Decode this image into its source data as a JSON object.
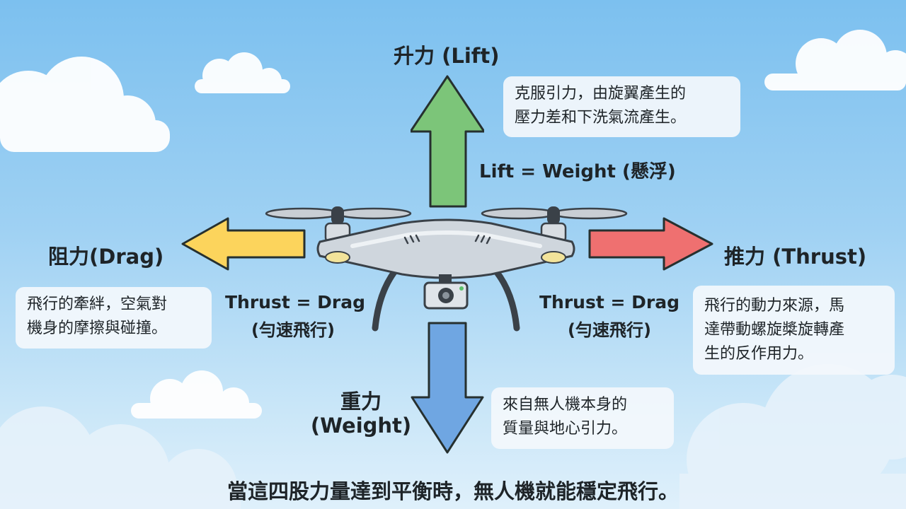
{
  "colors": {
    "lift_arrow": "#7cc579",
    "drag_arrow": "#fcd45c",
    "thrust_arrow": "#ef7070",
    "weight_arrow": "#6fa6e2",
    "sky_top": "#7cc0ef",
    "text": "#1e2428"
  },
  "lift": {
    "title": "升力 (Lift)",
    "desc_lines": [
      "克服引力，由旋翼產生的",
      "壓力差和下洗氣流產生。"
    ],
    "equation": "Lift = Weight (懸浮)"
  },
  "drag": {
    "title": "阻力(Drag)",
    "desc_lines": [
      "飛行的牽絆，空氣對",
      "機身的摩擦與碰撞。"
    ]
  },
  "thrust": {
    "title": "推力 (Thrust)",
    "desc_lines": [
      "飛行的動力來源，馬",
      "達帶動螺旋槳旋轉產",
      "生的反作用力。"
    ]
  },
  "weight": {
    "title_line1": "重力",
    "title_line2": "(Weight)",
    "desc_lines": [
      "來自無人機本身的",
      "質量與地心引力。"
    ]
  },
  "balance_left": {
    "equation": "Thrust = Drag",
    "note": "(勻速飛行)"
  },
  "balance_right": {
    "equation": "Thrust = Drag",
    "note": "(勻速飛行)"
  },
  "footer": "當這四股力量達到平衡時，無人機就能穩定飛行。"
}
